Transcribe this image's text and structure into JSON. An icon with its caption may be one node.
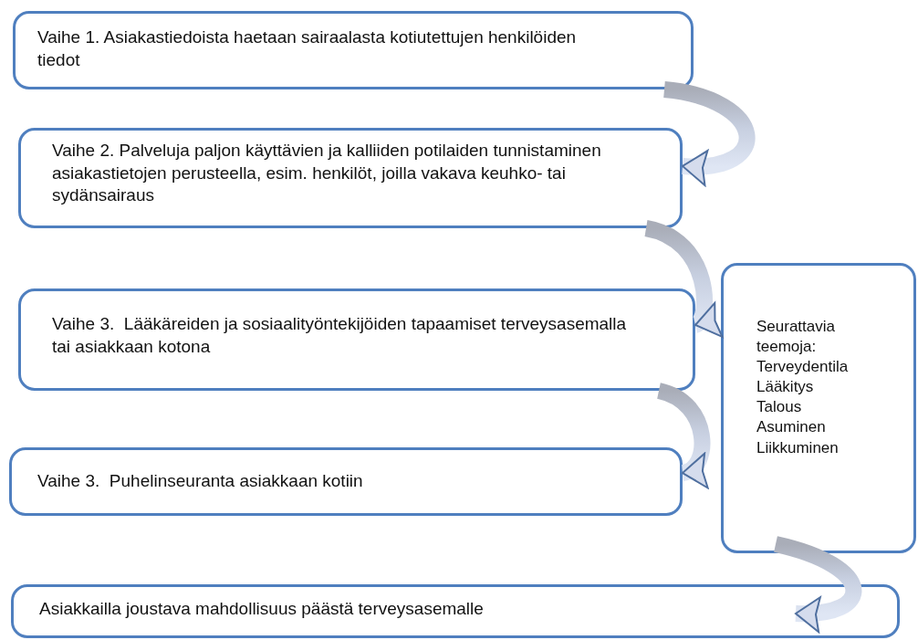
{
  "diagram": {
    "nodes": [
      {
        "text": [
          "Vaihe 1. Asiakastiedoista haetaan sairaalasta kotiutettujen henkilöiden tiedot"
        ]
      },
      {
        "text": [
          "Vaihe 2. Palveluja paljon käyttävien ja kalliiden potilaiden tunnistaminen asiakastietojen perusteella, esim. henkilöt, joilla vakava keuhko- tai sydänsairaus"
        ]
      },
      {
        "text": [
          "Vaihe 3.  Lääkäreiden ja sosiaalityöntekijöiden tapaamiset terveysasemalla tai asiakkaan kotona"
        ]
      },
      {
        "text": [
          "Vaihe 3.  Puhelinseuranta asiakkaan kotiin"
        ]
      },
      {
        "text": [
          "Seurattavia teemoja:",
          "Terveydentila",
          "Lääkitys",
          "Talous",
          "Asuminen",
          "Liikkuminen"
        ]
      },
      {
        "text": [
          "Asiakkailla joustava mahdollisuus päästä terveysasemalle"
        ]
      }
    ],
    "edges": [
      {
        "from": 0,
        "to": 1,
        "arrow": "to"
      },
      {
        "from": 1,
        "to": 2,
        "arrow": "to"
      },
      {
        "from": 2,
        "to": 3,
        "arrow": "to"
      },
      {
        "from": 4,
        "to": 5,
        "arrow": "to"
      }
    ]
  }
}
